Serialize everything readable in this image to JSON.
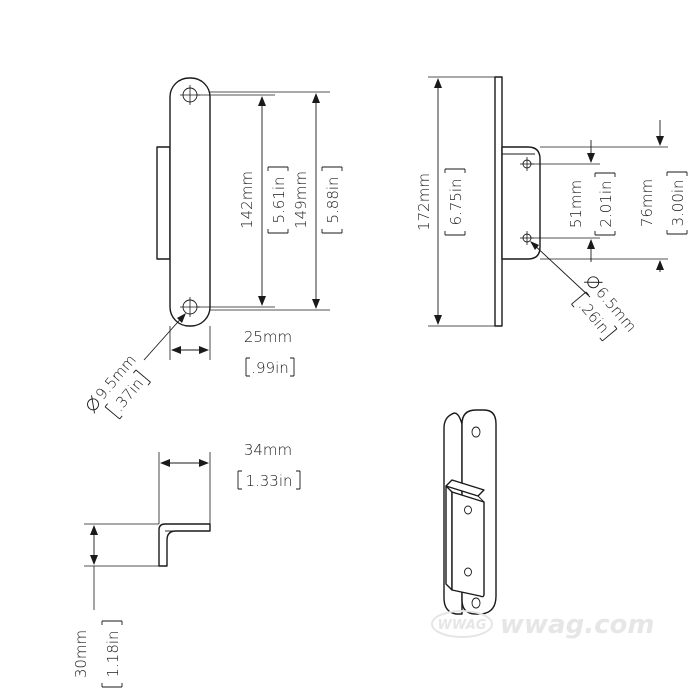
{
  "front_view": {
    "hole_diameter_mm": "9.5mm",
    "hole_diameter_in": ".37in",
    "hole_spacing_mm": "142mm",
    "hole_spacing_in": "5.61in",
    "overall_mm": "149mm",
    "overall_in": "5.88in",
    "width_mm": "25mm",
    "width_in": ".99in"
  },
  "side_view": {
    "height_mm": "172mm",
    "height_in": "6.75in",
    "hole_spacing_mm": "51mm",
    "hole_spacing_in": "2.01in",
    "tab_length_mm": "76mm",
    "tab_length_in": "3.00in",
    "hole_diameter_mm": "6.5mm",
    "hole_diameter_in": ".26in"
  },
  "top_view": {
    "depth_mm": "34mm",
    "depth_in": "1.33in",
    "height_mm": "30mm",
    "height_in": "1.18in"
  },
  "watermark": {
    "text": "wwag.com",
    "logo_text": "WWAG"
  },
  "colors": {
    "line": "#1a1a1a",
    "background": "#ffffff",
    "watermark": "#e6e6e6"
  }
}
